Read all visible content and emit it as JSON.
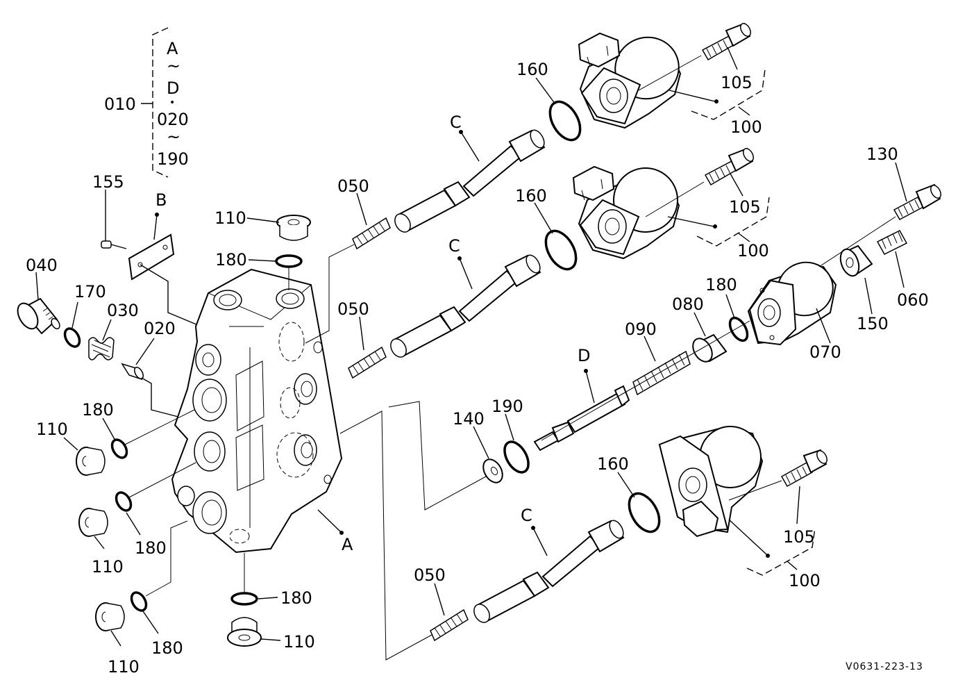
{
  "diagram": {
    "drawing_code": "V0631-223-13",
    "assembly_bracket": {
      "part": "010",
      "range_lines": [
        "A",
        "~",
        "D",
        "•",
        "020",
        "~",
        "190"
      ]
    },
    "labels": {
      "p155": "155",
      "pB": "B",
      "p110_top": "110",
      "p180_top": "180",
      "p040": "040",
      "p170": "170",
      "p030": "030",
      "p020": "020",
      "p180_l1": "180",
      "p110_l1": "110",
      "p110_l2": "110",
      "p180_l2": "180",
      "p110_l3": "110",
      "p180_l3": "180",
      "p180_bot": "180",
      "p110_bot": "110",
      "pA": "A",
      "p050_1": "050",
      "p050_2": "050",
      "p050_3": "050",
      "pC_1": "C",
      "pC_2": "C",
      "pC_3": "C",
      "p160_1": "160",
      "p160_2": "160",
      "p160_3": "160",
      "p105_1": "105",
      "p105_2": "105",
      "p105_3": "105",
      "p100_1": "100",
      "p100_2": "100",
      "p100_3": "100",
      "p130": "130",
      "p060": "060",
      "p150": "150",
      "p070": "070",
      "p180_r": "180",
      "p080": "080",
      "p090": "090",
      "pD": "D",
      "p140": "140",
      "p190": "190"
    }
  }
}
